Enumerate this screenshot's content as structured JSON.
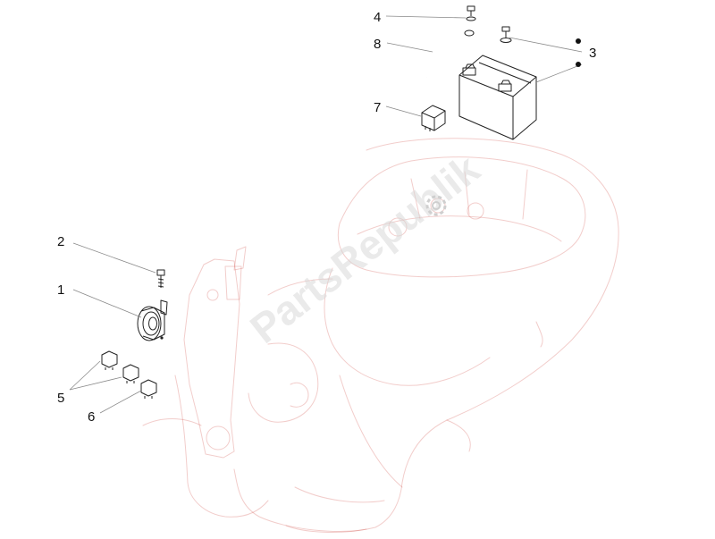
{
  "watermark": "PartsRepublik",
  "callouts": {
    "c1": "1",
    "c2": "2",
    "c3": "3",
    "c4": "4",
    "c5": "5",
    "c6": "6",
    "c7": "7",
    "c8": "8"
  },
  "colors": {
    "ghost_outline": "#d24a46",
    "part_line": "#222222",
    "leader": "#8a8a8a",
    "watermark": "#d9d9d9"
  }
}
